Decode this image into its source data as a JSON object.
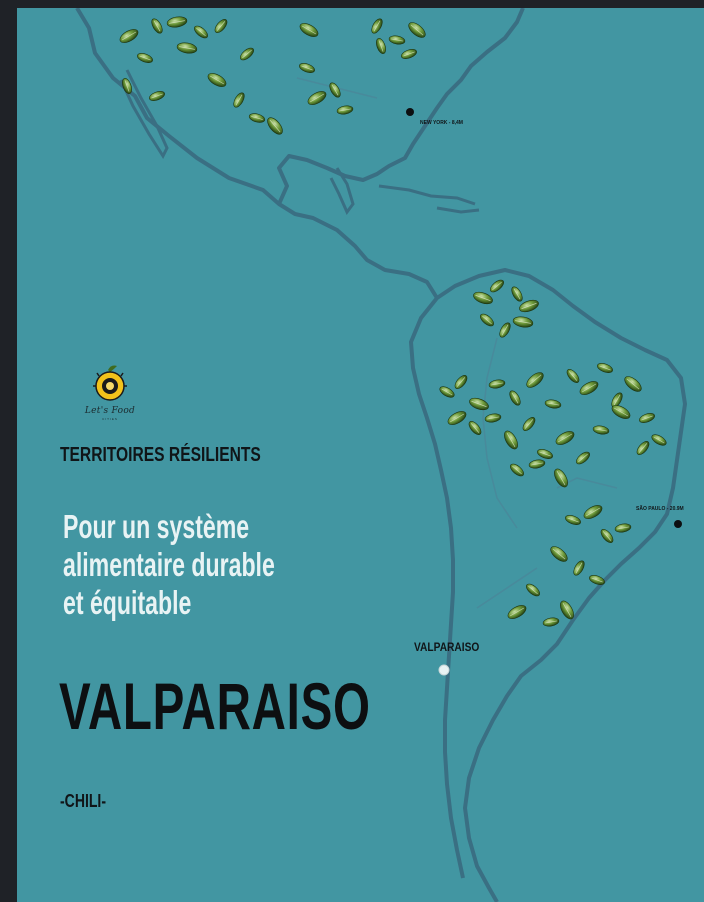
{
  "poster": {
    "brand_name": "Let's Food",
    "brand_subtitle": "CITIES",
    "series_title": "TERRITOIRES RÉSILIENTS",
    "tagline": [
      "Pour un système",
      "alimentaire durable",
      "et équitable"
    ],
    "city": "VALPARAISO",
    "country": "-CHILI-",
    "map_labels": {
      "valparaiso": "VALPARAISO",
      "new_york": "NEW YORK - 8,4M",
      "sao_paulo": "SÃO PAULO - 20.9M"
    }
  },
  "colors": {
    "page_background": "#1f2227",
    "poster_background": "#4296a2",
    "map_outline": "#3a6f83",
    "text_dark": "#0d0f11",
    "text_light": "#e8f3f4",
    "leaf_green": "#3f6b1f",
    "logo_yellow": "#f2c21b"
  },
  "icons": {
    "logo": "lets-food-logo-icon",
    "leaf": "leaf-icon",
    "city_marker": "city-dot-icon"
  }
}
